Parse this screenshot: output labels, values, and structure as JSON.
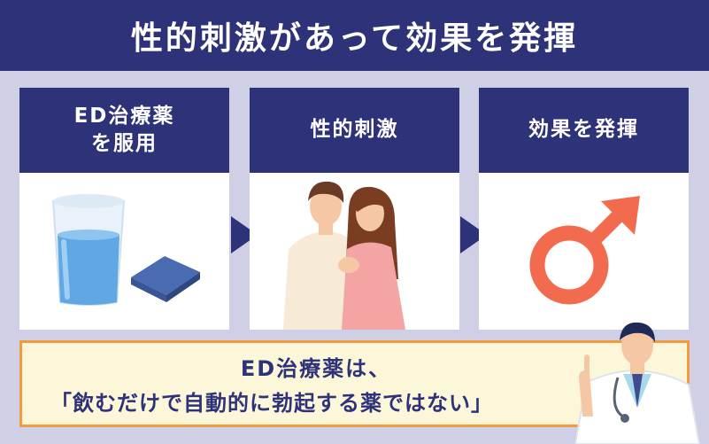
{
  "title": "性的刺激があって効果を発揮",
  "steps": [
    {
      "line1": "ED治療薬",
      "line2": "を服用",
      "icon": "water-glass-and-pill-icon"
    },
    {
      "line1": "性的刺激",
      "line2": "",
      "icon": "couple-illustration"
    },
    {
      "line1": "効果を発揮",
      "line2": "",
      "icon": "male-symbol-icon"
    }
  ],
  "note": {
    "line1": "ED治療薬は、",
    "line2": "「飲むだけで自動的に勃起する薬ではない」"
  },
  "colors": {
    "navy": "#2e3278",
    "background": "#cfd0e6",
    "note_bg": "#fdf7da",
    "note_border": "#f39a3e",
    "male_symbol": "#f26b4f"
  }
}
